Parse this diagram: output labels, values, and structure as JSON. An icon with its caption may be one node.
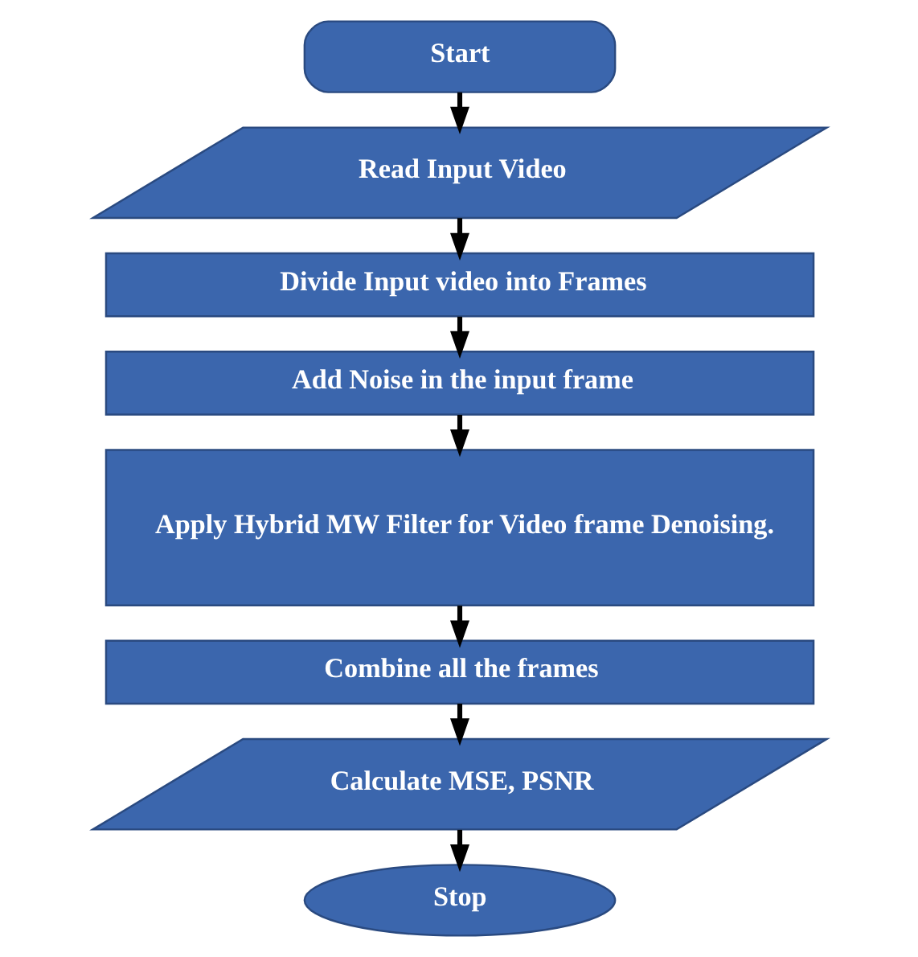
{
  "diagram": {
    "nodes": [
      {
        "text": [
          "Start"
        ]
      },
      {
        "text": [
          "Read Input Video"
        ]
      },
      {
        "text": [
          "Divide Input video into Frames"
        ]
      },
      {
        "text": [
          "Add Noise in the input frame"
        ]
      },
      {
        "text": [
          "Apply Hybrid MW Filter for Video frame Denoising."
        ]
      },
      {
        "text": [
          "Combine all the frames"
        ]
      },
      {
        "text": [
          "Calculate MSE, PSNR"
        ]
      },
      {
        "text": [
          "Stop"
        ]
      }
    ],
    "edges": [
      {
        "from": 0,
        "to": 1,
        "arrow": "to"
      },
      {
        "from": 1,
        "to": 2,
        "arrow": "to"
      },
      {
        "from": 2,
        "to": 3,
        "arrow": "to"
      },
      {
        "from": 3,
        "to": 4,
        "arrow": "to"
      },
      {
        "from": 4,
        "to": 5,
        "arrow": "to"
      },
      {
        "from": 5,
        "to": 6,
        "arrow": "to"
      },
      {
        "from": 6,
        "to": 7,
        "arrow": "to"
      }
    ]
  }
}
